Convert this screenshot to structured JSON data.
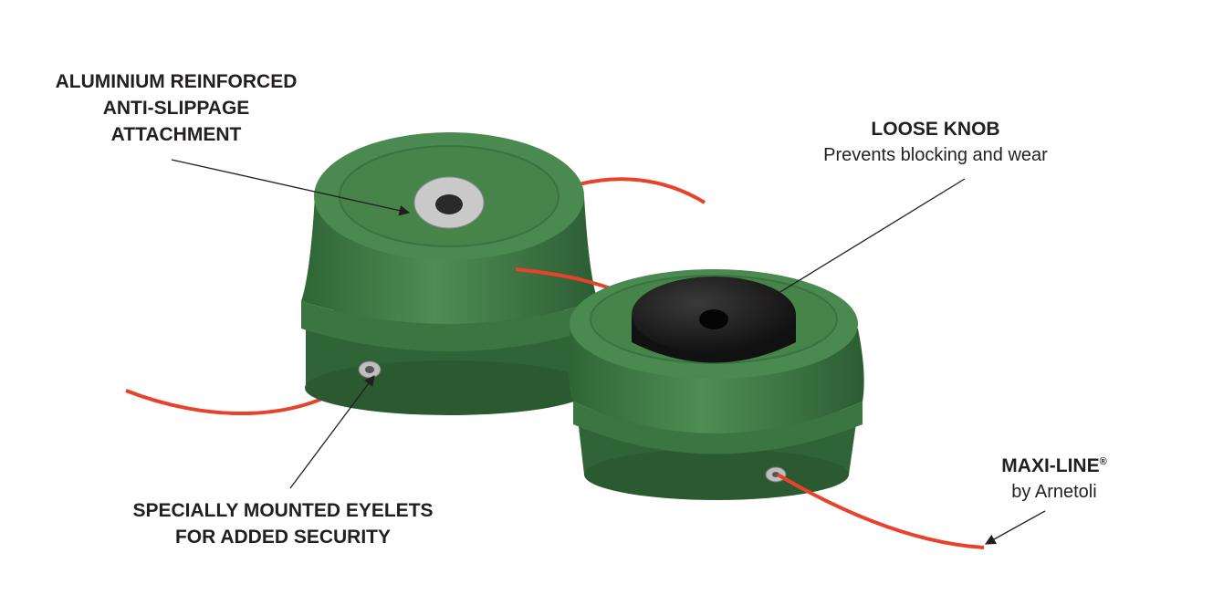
{
  "callouts": {
    "attachment": {
      "lines": [
        "ALUMINIUM REINFORCED",
        "ANTI-SLIPPAGE",
        "ATTACHMENT"
      ]
    },
    "knob": {
      "title": "LOOSE KNOB",
      "subtitle": "Prevents blocking and wear"
    },
    "eyelets": {
      "lines": [
        "SPECIALLY MOUNTED EYELETS",
        "FOR ADDED SECURITY"
      ]
    },
    "line": {
      "title": "MAXI-LINE",
      "mark": "®",
      "subtitle": "by Arnetoli"
    }
  },
  "colors": {
    "spool": "#3f7a45",
    "spool_dark": "#2d5e33",
    "line": "#e8412c",
    "knob": "#1b1b1b"
  }
}
